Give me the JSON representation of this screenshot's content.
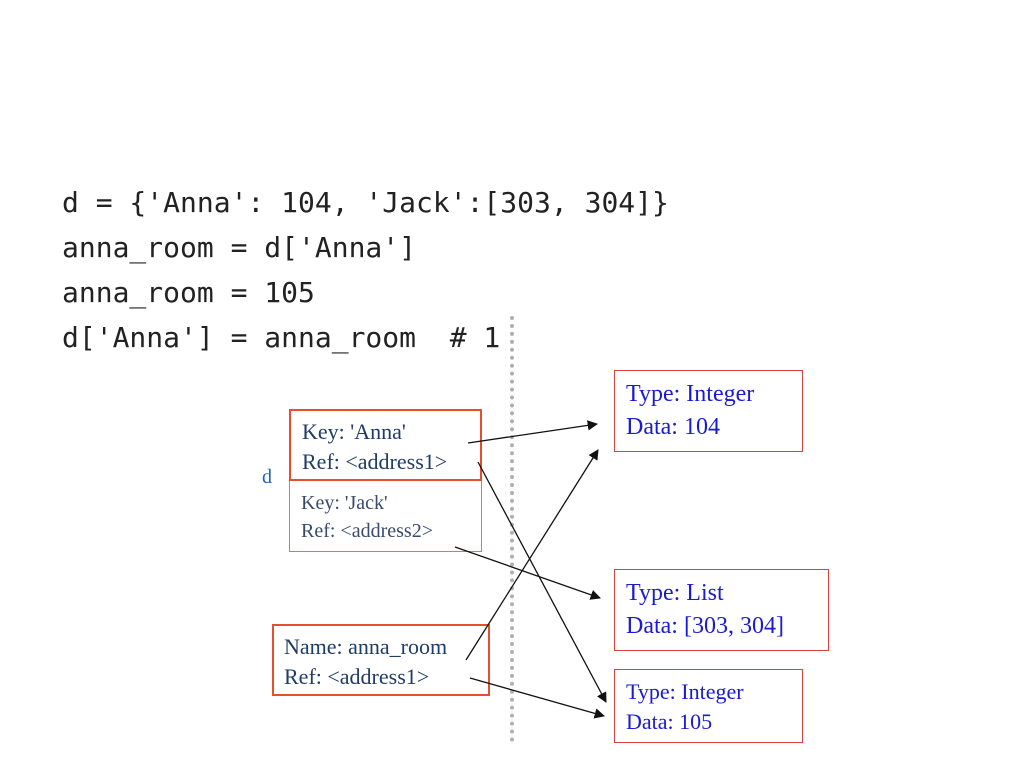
{
  "code": {
    "lines": [
      "d = {'Anna': 104, 'Jack':[303, 304]}",
      "anna_room = d['Anna']",
      "anna_room = 105",
      "d['Anna'] = anna_room  # 1"
    ]
  },
  "dict_label": "d",
  "dict_entries": [
    {
      "key": "Key: 'Anna'",
      "ref": "Ref: <address1>"
    },
    {
      "key": "Key: 'Jack'",
      "ref": "Ref: <address2>"
    }
  ],
  "variable": {
    "name": "Name: anna_room",
    "ref": "Ref: <address1>"
  },
  "objects": [
    {
      "type": "Type: Integer",
      "data": "Data: 104"
    },
    {
      "type": "Type: List",
      "data": "Data: [303, 304]"
    },
    {
      "type": "Type: Integer",
      "data": "Data: 105"
    }
  ],
  "colors": {
    "box_border": "#e4502a",
    "object_text": "#1a1ad4",
    "ref_text": "#1f3c66",
    "divider": "#b0b0b0"
  }
}
